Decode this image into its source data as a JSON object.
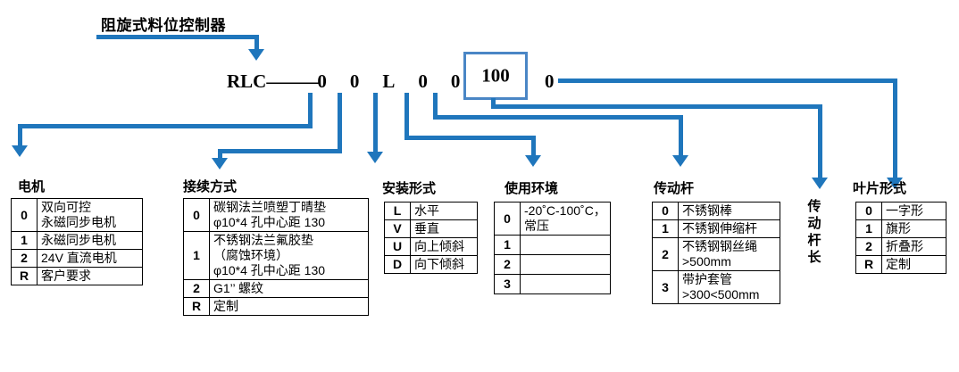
{
  "title": "阻旋式料位控制器",
  "model_code": {
    "prefix": "RLC",
    "dashes": "———",
    "motor_digit": "0",
    "connection_digit": "0",
    "mount_letter": "L",
    "environment_digit": "0",
    "rod_digit": "0",
    "rod_length": "100",
    "blade_digit": "0"
  },
  "colors": {
    "connector": "#1f76bc",
    "box_border": "#4a86c5",
    "table_border": "#000000"
  },
  "vertical_label": "传动杆长",
  "groups": [
    {
      "name": "motor",
      "header": "电机",
      "rows": [
        {
          "key": "0",
          "value": "双向可控\n永磁同步电机"
        },
        {
          "key": "1",
          "value": "永磁同步电机"
        },
        {
          "key": "2",
          "value": "24V 直流电机"
        },
        {
          "key": "R",
          "value": "客户要求"
        }
      ]
    },
    {
      "name": "connection",
      "header": "接续方式",
      "rows": [
        {
          "key": "0",
          "value": "碳钢法兰喷塑丁晴垫\nφ10*4 孔中心距 130"
        },
        {
          "key": "1",
          "value": "不锈钢法兰氟胶垫\n（腐蚀环境）\nφ10*4 孔中心距 130"
        },
        {
          "key": "2",
          "value": "G1’’ 螺纹"
        },
        {
          "key": "R",
          "value": "定制"
        }
      ]
    },
    {
      "name": "mounting",
      "header": "安装形式",
      "rows": [
        {
          "key": "L",
          "value": "水平"
        },
        {
          "key": "V",
          "value": "垂直"
        },
        {
          "key": "U",
          "value": "向上倾斜"
        },
        {
          "key": "D",
          "value": "向下倾斜"
        }
      ]
    },
    {
      "name": "environment",
      "header": "使用环境",
      "rows": [
        {
          "key": "0",
          "value": "-20˚C-100˚C，\n常压"
        },
        {
          "key": "1",
          "value": ""
        },
        {
          "key": "2",
          "value": ""
        },
        {
          "key": "3",
          "value": ""
        }
      ]
    },
    {
      "name": "drive-rod",
      "header": "传动杆",
      "rows": [
        {
          "key": "0",
          "value": "不锈钢棒"
        },
        {
          "key": "1",
          "value": "不锈钢伸缩杆"
        },
        {
          "key": "2",
          "value": "不锈钢钢丝绳\n>500mm"
        },
        {
          "key": "3",
          "value": "带护套管\n>300<500mm"
        }
      ]
    },
    {
      "name": "blade",
      "header": "叶片形式",
      "rows": [
        {
          "key": "0",
          "value": "一字形"
        },
        {
          "key": "1",
          "value": "旗形"
        },
        {
          "key": "2",
          "value": "折叠形"
        },
        {
          "key": "R",
          "value": "定制"
        }
      ]
    }
  ]
}
